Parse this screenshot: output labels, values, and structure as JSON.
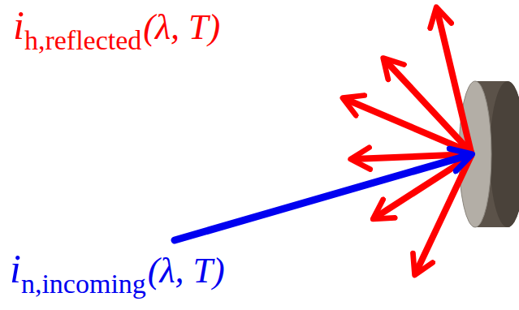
{
  "diagram": {
    "labels": [
      "i",
      "h,reflected",
      "(λ, T)",
      "i",
      "n,incoming",
      "(λ, T)"
    ]
  }
}
